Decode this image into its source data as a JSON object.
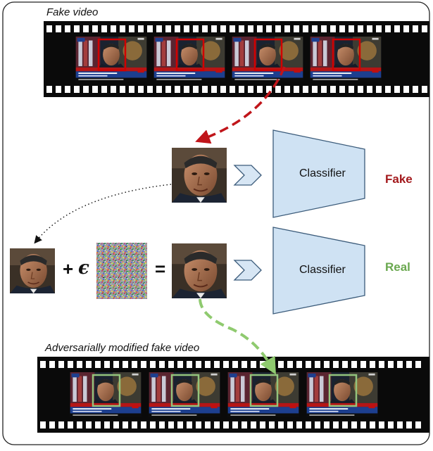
{
  "title_top": "Fake video",
  "title_bottom": "Adversarially modified fake video",
  "classifier_label": "Classifier",
  "verdict_fake": "Fake",
  "verdict_real": "Real",
  "plus_symbol": "+",
  "epsilon_symbol": "ϵ",
  "equals_symbol": "=",
  "colors": {
    "fake_red": "#a3191c",
    "real_green": "#6aa84f",
    "red_box": "#d10000",
    "green_box": "#93c47d",
    "classifier_fill": "#cfe2f3"
  },
  "frames": {
    "top_count": 4,
    "bottom_count": 4
  }
}
